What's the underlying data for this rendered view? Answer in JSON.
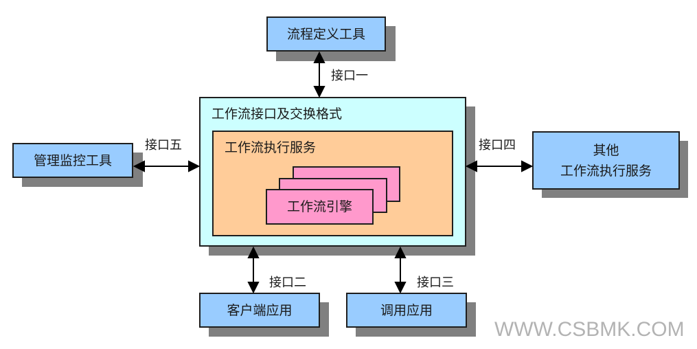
{
  "diagram": {
    "process_definition_tool": "流程定义工具",
    "interface_container": "工作流接口及交换格式",
    "enactment_service": "工作流执行服务",
    "engine": "工作流引擎",
    "admin_monitor_tool": "管理监控工具",
    "other_service_line1": "其他",
    "other_service_line2": "工作流执行服务",
    "client_app": "客户端应用",
    "invoked_app": "调用应用"
  },
  "interfaces": {
    "one": "接口一",
    "two": "接口二",
    "three": "接口三",
    "four": "接口四",
    "five": "接口五"
  },
  "colors": {
    "tool_box": "#99ccff",
    "interface_box": "#ccffff",
    "service_box": "#ffcc99",
    "engine_box": "#ff99cc",
    "shadow": "#808080"
  },
  "watermark": "WWW.CSBMK.COM"
}
